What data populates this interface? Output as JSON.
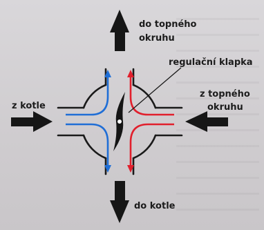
{
  "labels": {
    "to_heating_top_line1": "do topného",
    "to_heating_top_line2": "okruhu",
    "valve": "regulační klapka",
    "from_boiler": "z kotle",
    "from_heating_line1": "z topného",
    "from_heating_line2": "okruhu",
    "to_boiler": "do kotle"
  },
  "colors": {
    "hot_flow": "#e11f2c",
    "return_flow": "#1f6ed6",
    "ink": "#161616"
  }
}
